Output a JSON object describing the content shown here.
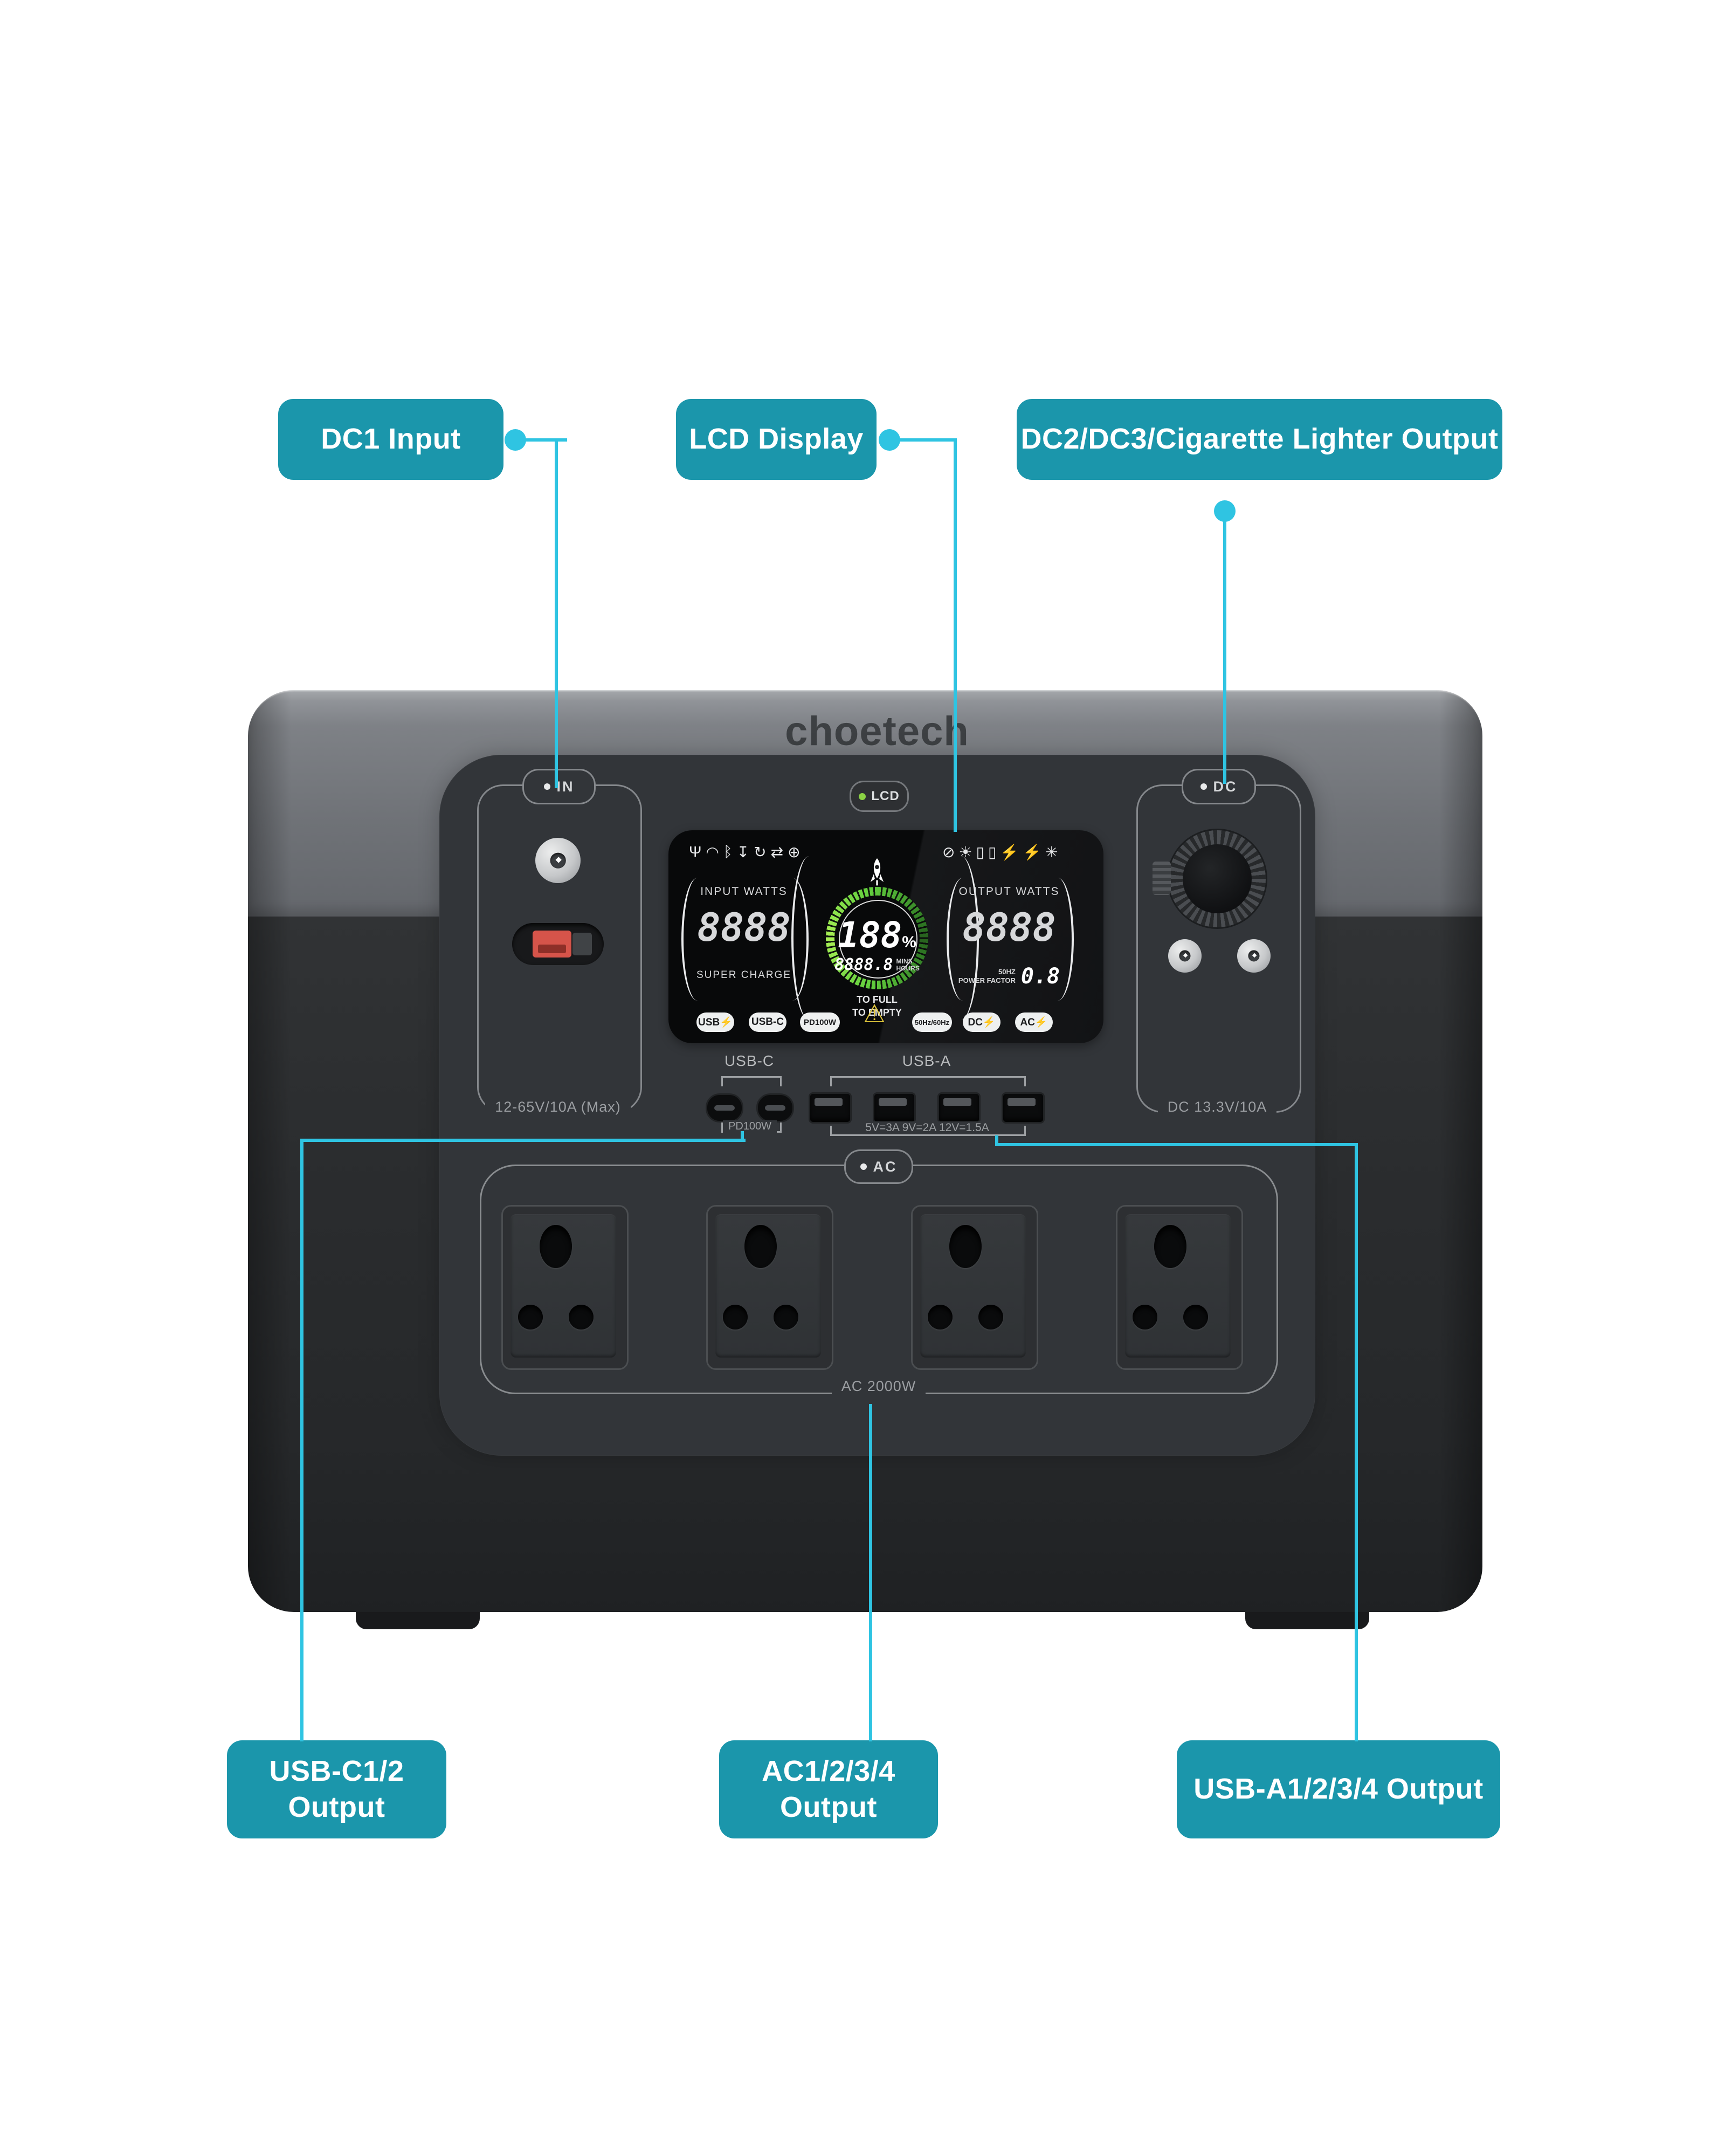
{
  "colors": {
    "callout_teal": "#1b96ab",
    "connector_cyan": "#2fc4e2",
    "led_green": "#8bd244",
    "gauge_green": "#63cf3e",
    "warning_yellow": "#e3c93c"
  },
  "callouts": {
    "dc1_input": {
      "label": "DC1 Input"
    },
    "lcd_display": {
      "label": "LCD Display"
    },
    "dc_cig_output": {
      "label": "DC2/DC3/Cigarette Lighter Output"
    },
    "usb_c_output": {
      "line1": "USB-C1/2",
      "line2": "Output"
    },
    "ac_output": {
      "line1": "AC1/2/3/4",
      "line2": "Output"
    },
    "usb_a_output": {
      "label": "USB-A1/2/3/4 Output"
    }
  },
  "device": {
    "brand": "choetech",
    "input_panel": {
      "indicator": "IN",
      "spec": "12-65V/10A (Max)"
    },
    "dc_panel": {
      "indicator": "DC",
      "spec": "DC 13.3V/10A"
    },
    "lcd_button": {
      "label": "LCD"
    },
    "usb_c_section": {
      "label": "USB-C",
      "spec": "PD100W"
    },
    "usb_a_section": {
      "label": "USB-A",
      "spec": "5V=3A 9V=2A 12V=1.5A"
    },
    "ac_section": {
      "indicator": "AC",
      "spec": "AC 2000W"
    },
    "screen": {
      "status_icons_left": [
        "Ψ",
        "◠",
        "ᛒ",
        "↧",
        "↻",
        "⇄",
        "⊕"
      ],
      "status_icons_right": [
        "⊘",
        "☀",
        "▯",
        "▯",
        "⚡",
        "⚡",
        "✳"
      ],
      "input_gauge": {
        "title": "INPUT WATTS",
        "value": "8888",
        "subtitle": "SUPER CHARGE"
      },
      "battery_gauge": {
        "percent": "188",
        "unit": "%",
        "runtime": "8888.8",
        "runtime_unit_top": "MINS",
        "runtime_unit_bottom": "HOURS",
        "note_top": "TO FULL",
        "note_bottom": "TO EMPTY"
      },
      "output_gauge": {
        "title": "OUTPUT WATTS",
        "value": "8888",
        "freq": "50HZ",
        "pf_label": "POWER FACTOR",
        "pf_value": "0.8"
      },
      "warning_icon": "⚠",
      "mode_pills": [
        "USB⚡",
        "USB-C",
        "PD100W",
        "50Hz/60Hz",
        "DC⚡",
        "AC⚡"
      ]
    }
  }
}
